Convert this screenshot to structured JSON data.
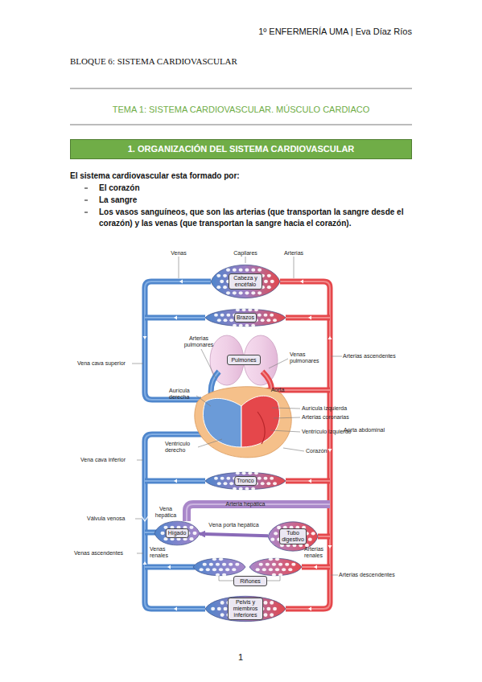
{
  "diagram": {
    "title": "TEMA 1: SISTEMA CARDIOVASCULAR. MÚSCULO CARDIACO",
    "nodes": [
      {
        "text": [
          "1. ORGANIZACIÓN DEL SISTEMA CARDIOVASCULAR"
        ]
      },
      {
        "text": [
          "Cabeza y encéfalo"
        ]
      },
      {
        "text": [
          "Brazos"
        ]
      },
      {
        "text": [
          "Pulmones"
        ]
      },
      {
        "text": [
          "Tronco"
        ]
      },
      {
        "text": [
          "Hígado"
        ]
      },
      {
        "text": [
          "Tubo digestivo"
        ]
      },
      {
        "text": [
          "Riñones"
        ]
      },
      {
        "text": [
          "Pelvis y miembros inferiores"
        ]
      }
    ],
    "edges": [
      {
        "from": 6,
        "to": 5,
        "label": "Vena porta hepática",
        "arrow": "to"
      }
    ],
    "labels": [
      "1º ENFERMERÍA UMA | Eva Díaz Ríos",
      "BLOQUE 6: SISTEMA CARDIOVASCULAR",
      "El sistema cardiovascular esta formado por:",
      "El corazón",
      "La sangre",
      "Los vasos sanguíneos, que son las arterias (que transportan la sangre desde el corazón) y las venas (que transportan la sangre hacia el corazón).",
      "Venas",
      "Capilares",
      "Arterias",
      "Arterias ascendentes",
      "Vena cava superior",
      "Arterias pulmonares",
      "Venas pulmonares",
      "Aurícula derecha",
      "Aorta",
      "Aurícula izquierda",
      "Arterias coronarias",
      "Ventrículo izquierdo",
      "Aorta abdominal",
      "Ventrículo derecho",
      "Corazón",
      "Vena cava inferior",
      "Arteria hepática",
      "Vena hepática",
      "Válvula venosa",
      "Venas ascendentes",
      "Venas renales",
      "Arterias renales",
      "Arterias descendentes",
      "1"
    ]
  }
}
